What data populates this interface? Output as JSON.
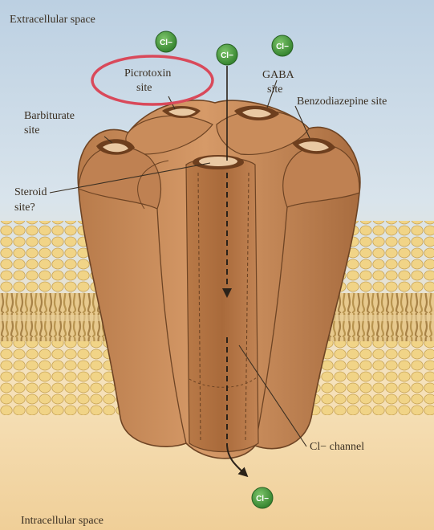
{
  "regions": {
    "extracellular": "Extracellular space",
    "intracellular": "Intracellular space"
  },
  "sites": {
    "picrotoxin": [
      "Picrotoxin",
      "site"
    ],
    "gaba": [
      "GABA",
      "site"
    ],
    "barbiturate": [
      "Barbiturate",
      "site"
    ],
    "benzodiazepine": "Benzodiazepine site",
    "steroid": [
      "Steroid",
      "site?"
    ]
  },
  "channel_label": "Cl− channel",
  "ion_label": "Cl−",
  "colors": {
    "extracellular_bg": "#c9d9e6",
    "intracellular_bg": "#f3d7a6",
    "lipid_head": "#f1d487",
    "lipid_tail": "#b59052",
    "receptor": "#c98c5b",
    "receptor_dark": "#9c6439",
    "ion_fill": "#4a9a3a",
    "highlight": "#d9495a"
  }
}
